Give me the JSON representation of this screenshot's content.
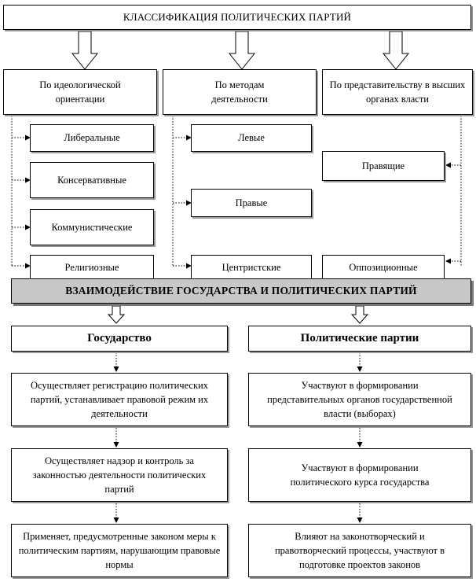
{
  "diagram": {
    "title": "КЛАССИФИКАЦИЯ ПОЛИТИЧЕСКИХ ПАРТИЙ",
    "categories": [
      {
        "label": "По идеологической ориентации",
        "items": [
          "Либеральные",
          "Консервативные",
          "Коммунистические",
          "Религиозные"
        ]
      },
      {
        "label": "По методам деятельности",
        "items": [
          "Левые",
          "Правые",
          "Центристские"
        ]
      },
      {
        "label": "По представительству в высших органах власти",
        "items": [
          "Правящие",
          "Оппозиционные"
        ]
      }
    ],
    "interaction_title": "ВЗАИМОДЕЙСТВИЕ ГОСУДАРСТВА И ПОЛИТИЧЕСКИХ ПАРТИЙ",
    "state": {
      "label": "Государство",
      "items": [
        "Осуществляет регистрацию политических партий, устанавливает правовой режим их деятельности",
        "Осуществляет надзор и контроль за законностью деятельности политических партий",
        "Применяет, предусмотренные законом меры к политическим партиям, нарушающим правовые нормы"
      ]
    },
    "parties": {
      "label": "Политические партии",
      "items": [
        "Участвуют в формировании представительных органов государственной власти (выборах)",
        "Участвуют в формировании политического курса государства",
        "Влияют на законотворческий и правотворческий процессы, участвуют в подготовке проектов законов"
      ]
    }
  }
}
